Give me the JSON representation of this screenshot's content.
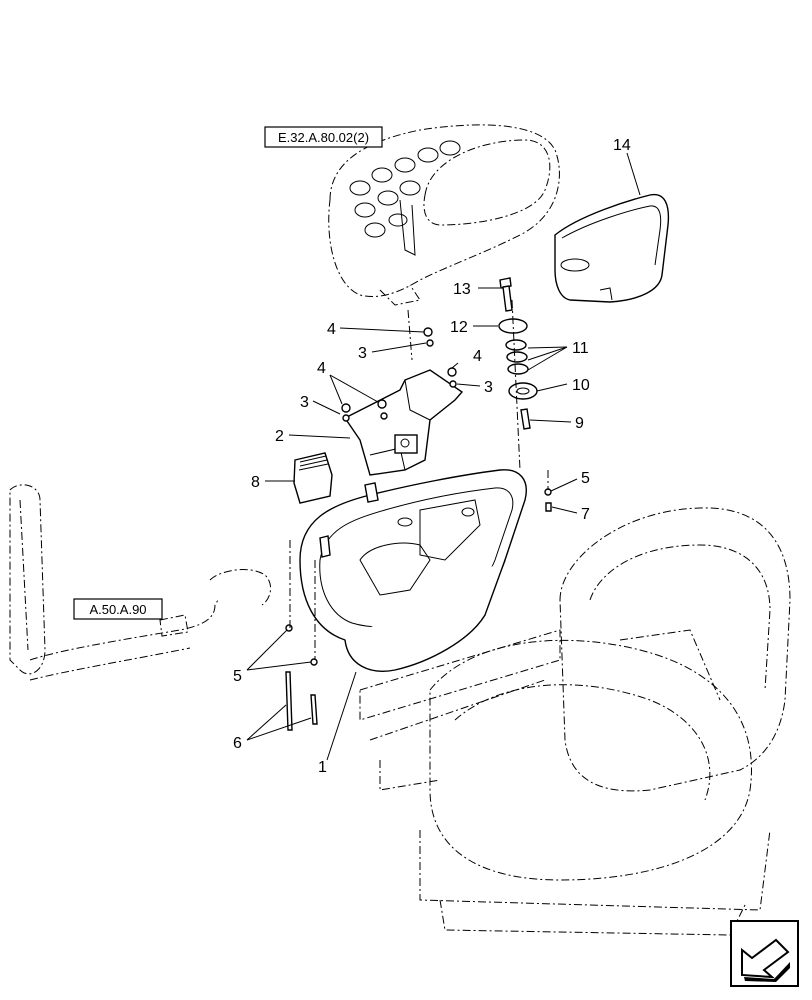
{
  "references": {
    "console": "E.32.A.80.02(2)",
    "armrest": "A.50.A.90"
  },
  "callouts": {
    "c1": "1",
    "c2": "2",
    "c3a": "3",
    "c3b": "3",
    "c3c": "3",
    "c4a": "4",
    "c4b": "4",
    "c4c": "4",
    "c5a": "5",
    "c5b": "5",
    "c6": "6",
    "c7": "7",
    "c8": "8",
    "c9": "9",
    "c10": "10",
    "c11": "11",
    "c12": "12",
    "c13": "13",
    "c14": "14"
  },
  "icons": {
    "nav": "next-page-arrow-icon"
  }
}
